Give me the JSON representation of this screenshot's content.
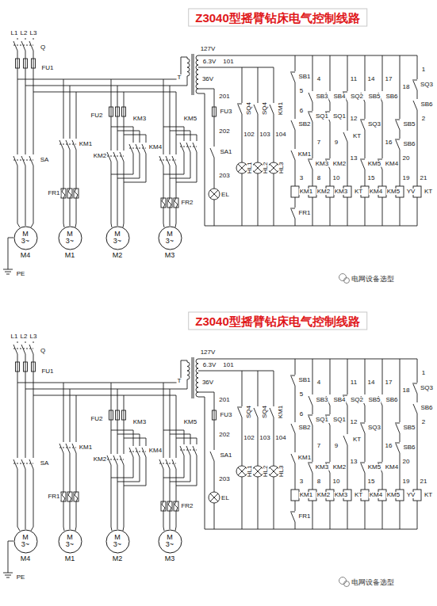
{
  "diagram": {
    "title": "Z3040型摇臂钻床电气控制线路",
    "nodes": [
      {
        "text": [
          "M 3~",
          "M4"
        ]
      },
      {
        "text": [
          "M 3~",
          "M1"
        ]
      },
      {
        "text": [
          "M 3~",
          "M2"
        ]
      },
      {
        "text": [
          "M 3~",
          "M3"
        ]
      },
      {
        "text": [
          "M 3~",
          "M4"
        ]
      },
      {
        "text": [
          "M 3~",
          "M1"
        ]
      },
      {
        "text": [
          "M 3~",
          "M2"
        ]
      },
      {
        "text": [
          "M 3~",
          "M3"
        ]
      }
    ],
    "labels": [
      "电网设备选型",
      "L1",
      "L2",
      "L3",
      "Q",
      "FU1",
      "FU2",
      "SA",
      "KM1",
      "KM2",
      "KM3",
      "KM4",
      "KM5",
      "FR1",
      "FR2",
      "PE",
      "127V",
      "6.3V",
      "101",
      "36V",
      "T",
      "201",
      "FU3",
      "202",
      "SA1",
      "203",
      "EL",
      "SQ4",
      "SQ4",
      "KM1",
      "102",
      "103",
      "104",
      "HL1",
      "HL2",
      "HL3",
      "SB1",
      "SB2",
      "KM1",
      "KM1",
      "FR1",
      "SB3",
      "SQ1",
      "KM3",
      "KM2",
      "SB4",
      "SQ1",
      "KM2",
      "KM3",
      "SQ2",
      "KT",
      "KT",
      "SB5",
      "SQ3",
      "KM5",
      "KM4",
      "SB6",
      "KM4",
      "KM5",
      "SB5",
      "SB6",
      "YV",
      "SQ3",
      "SB6",
      "KT",
      "1",
      "2",
      "3",
      "4",
      "5",
      "6",
      "7",
      "8",
      "9",
      "10",
      "11",
      "12",
      "13",
      "14",
      "15",
      "16",
      "17",
      "18",
      "19",
      "20",
      "21",
      "Z3040型摇臂钻床电气控制线路",
      "电网设备选型",
      "L1",
      "L2",
      "L3",
      "Q",
      "FU1",
      "FU2",
      "SA",
      "KM1",
      "KM2",
      "KM3",
      "KM4",
      "KM5",
      "FR1",
      "FR2",
      "PE",
      "127V",
      "6.3V",
      "101",
      "36V",
      "T",
      "201",
      "FU3",
      "202",
      "SA1",
      "203",
      "EL",
      "SQ4",
      "SQ4",
      "KM1",
      "102",
      "103",
      "104",
      "HL1",
      "HL2",
      "HL3",
      "SB1",
      "SB2",
      "KM1",
      "KM1",
      "FR1",
      "SB3",
      "SQ1",
      "KM3",
      "KM2",
      "SB4",
      "SQ1",
      "KM2",
      "KM3",
      "SQ2",
      "KT",
      "KT",
      "SB5",
      "SQ3",
      "KM5",
      "KM4",
      "SB6",
      "KM4",
      "KM5",
      "SB5",
      "SB6",
      "YV",
      "SQ3",
      "SB6",
      "KT",
      "1",
      "2",
      "3",
      "4",
      "5",
      "6",
      "7",
      "8",
      "9",
      "10",
      "11",
      "12",
      "13",
      "14",
      "15",
      "16",
      "17",
      "18",
      "19",
      "20",
      "21"
    ]
  }
}
